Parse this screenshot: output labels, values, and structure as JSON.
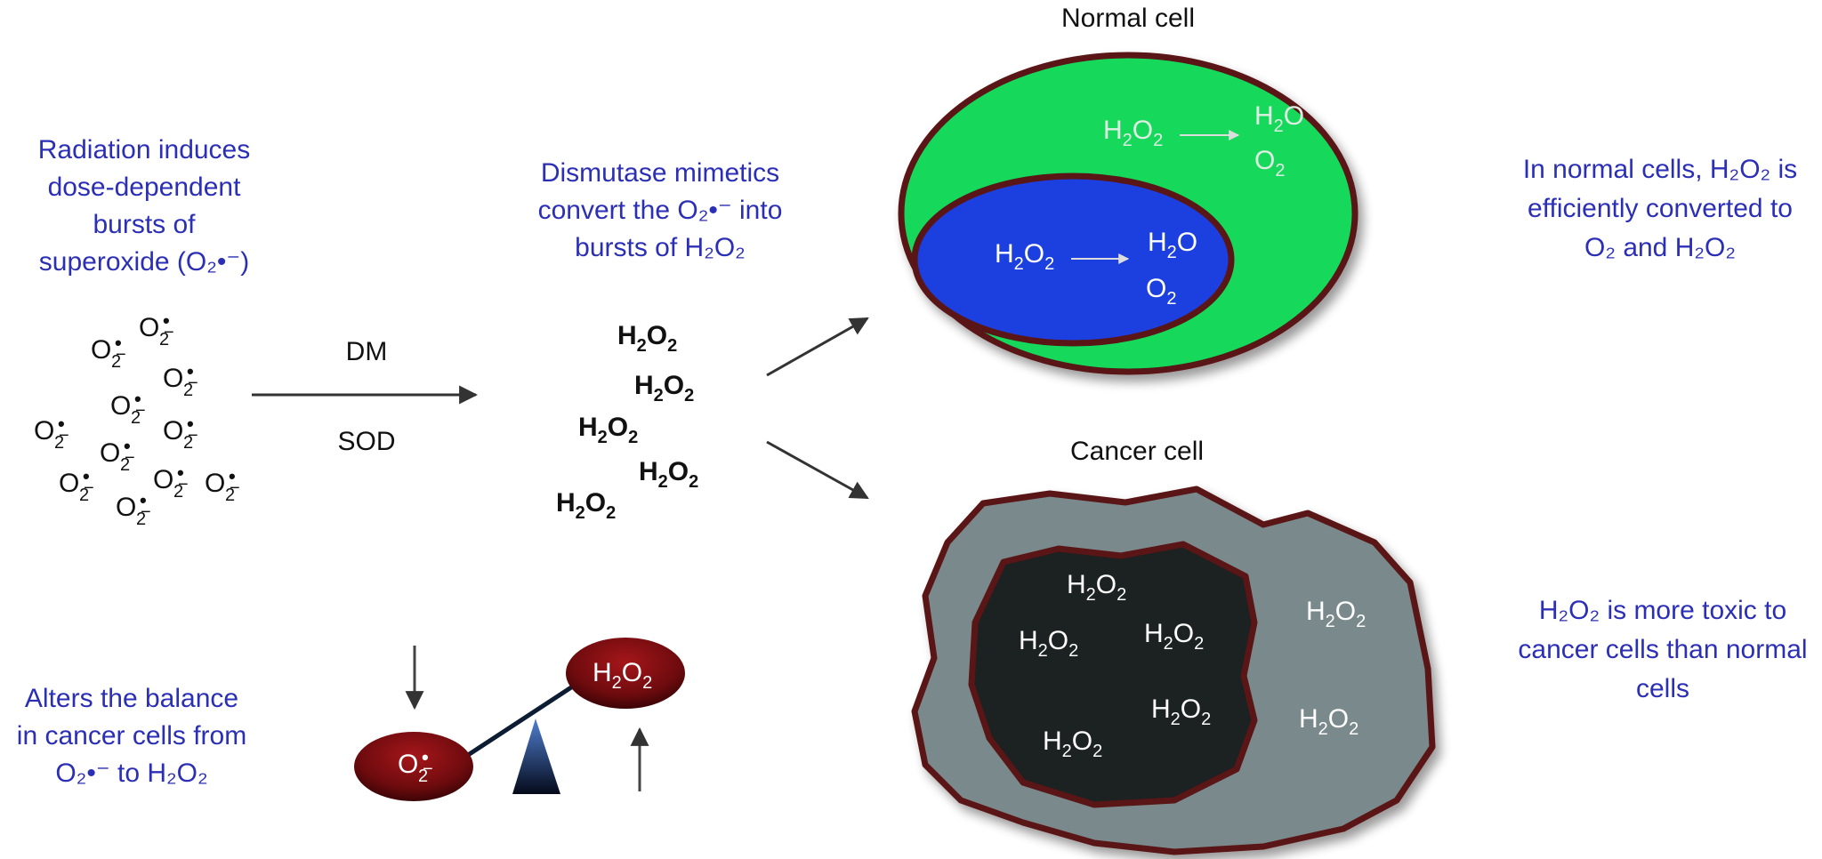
{
  "captions": {
    "radiation": [
      "Radiation induces",
      "dose-dependent",
      "bursts of",
      "superoxide (O₂•⁻)"
    ],
    "dismutase": [
      "Dismutase mimetics",
      "convert the O₂•⁻ into",
      "bursts of H₂O₂"
    ],
    "alters": [
      "Alters the balance",
      "in cancer cells from",
      "O₂•⁻ to H₂O₂"
    ],
    "normal_note": [
      "In normal cells, H₂O₂ is",
      "efficiently converted to",
      "O₂ and H₂O₂"
    ],
    "toxic_note": [
      "H₂O₂ is more toxic to",
      "cancer cells than normal",
      "cells"
    ]
  },
  "arrow_labels": {
    "top": "DM",
    "bottom": "SOD"
  },
  "cell_titles": {
    "normal": "Normal cell",
    "cancer": "Cancer cell"
  },
  "molecules": {
    "superoxide_base": "O",
    "superoxide_sub": "2",
    "radical_dot": "•",
    "minus": "−",
    "h": "H",
    "two": "2",
    "o": "O",
    "water": "H₂O",
    "oxygen": "O₂"
  },
  "colors": {
    "caption_blue": "#2b2fb5",
    "normal_cytoplasm": "#12d95c",
    "normal_nucleus": "#1f3fe0",
    "cell_outline": "#5a1414",
    "cancer_cytoplasm": "#7a8a8c",
    "cancer_nucleus": "#1a2020",
    "seesaw_red": "#8b0f12"
  }
}
